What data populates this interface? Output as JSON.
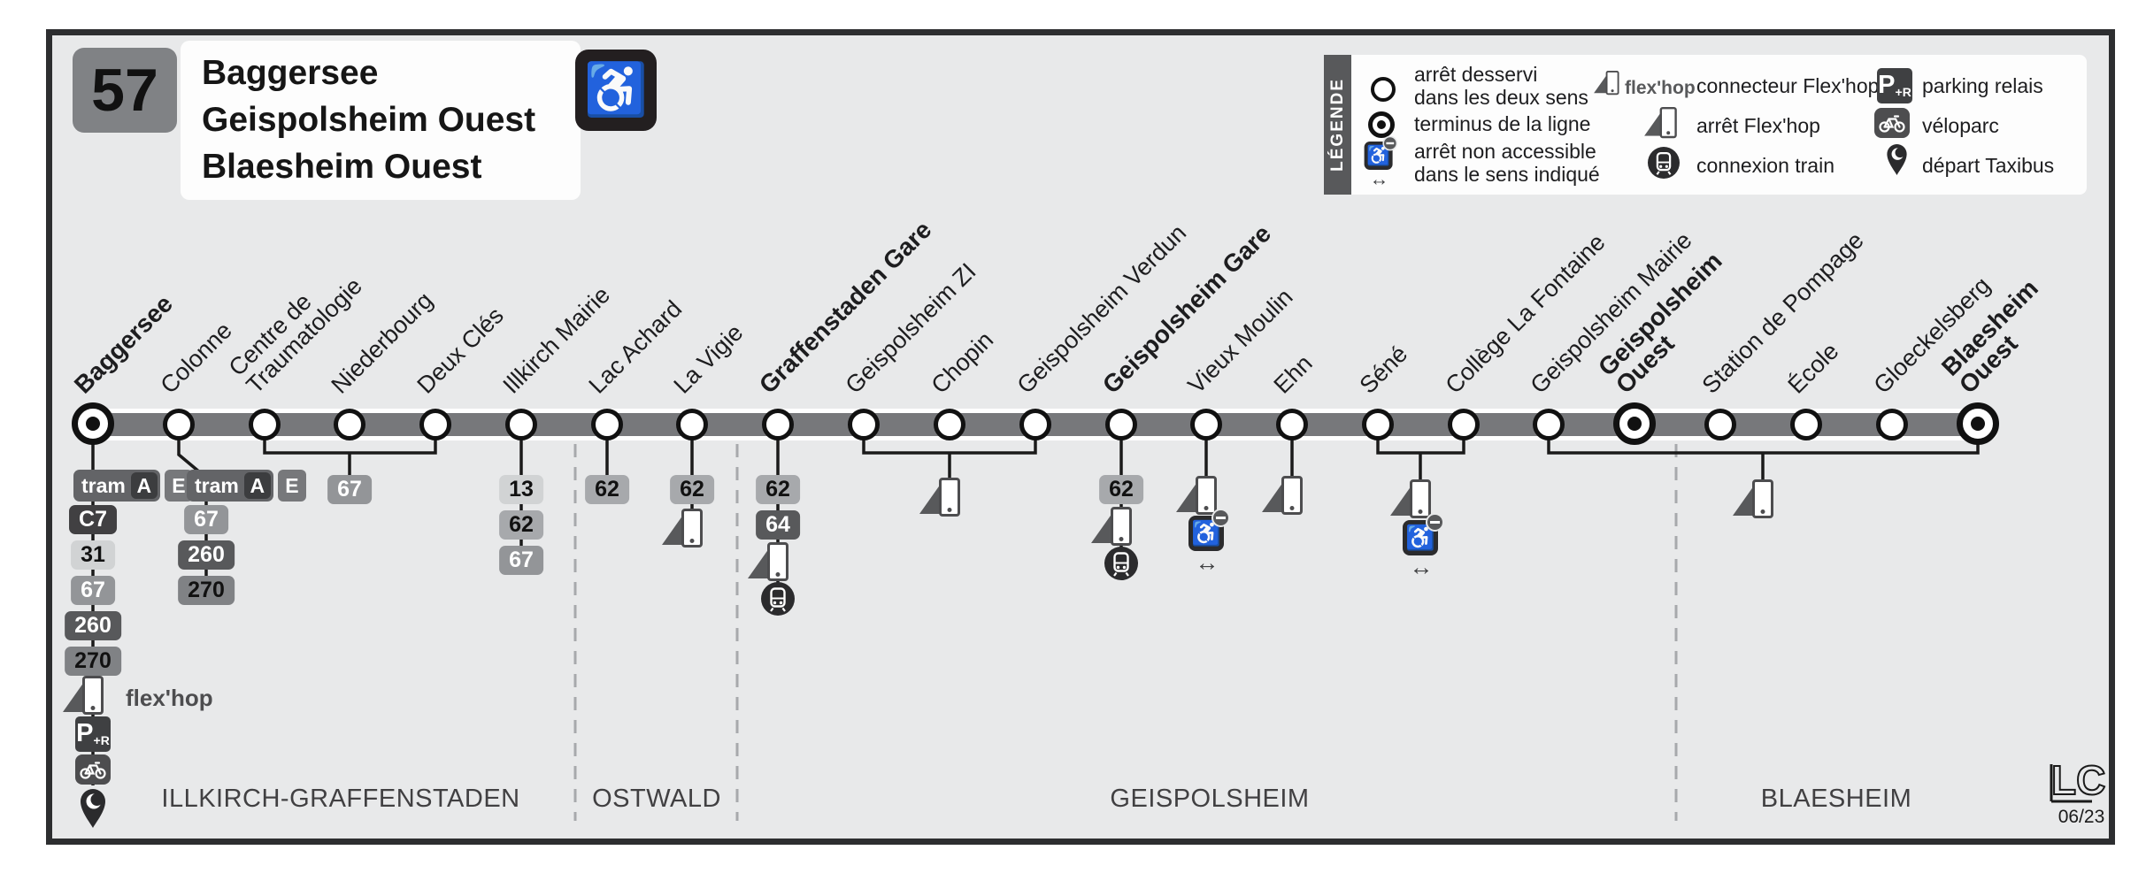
{
  "header": {
    "line_number": "57",
    "titles": [
      "Baggersee",
      "Geispolsheim Ouest",
      "Blaesheim Ouest"
    ]
  },
  "legend": {
    "label": "LÉGENDE",
    "stop_both_ways": "arrêt desservi\ndans les deux sens",
    "terminus": "terminus de la ligne",
    "not_accessible": "arrêt non accessible\ndans le sens indiqué",
    "flexhop_word": "flex'hop",
    "connector_flexhop": "connecteur Flex'hop",
    "stop_flexhop": "arrêt Flex'hop",
    "train_connection": "connexion train",
    "park_and_ride": "parking relais",
    "veloparc": "véloparc",
    "taxibus_departure": "départ Taxibus"
  },
  "line": {
    "tram_badge": {
      "tram": "tram",
      "a": "A",
      "e": "E"
    },
    "flexhop_text": "flex'hop",
    "stations": [
      {
        "name": "Baggersee",
        "bold": true,
        "terminus": true,
        "tram": true,
        "badges": [
          "C7",
          "31",
          "67",
          "260",
          "270"
        ],
        "icons": [
          "flexhop-connector",
          "parking-relais",
          "veloparc",
          "taxibus"
        ]
      },
      {
        "name": "Colonne",
        "tram": true,
        "badges": [
          "67",
          "260",
          "270"
        ]
      },
      {
        "name": "Centre de\nTraumatologie"
      },
      {
        "name": "Niederbourg"
      },
      {
        "name": "Deux Clés"
      },
      {
        "name": "Illkirch Mairie",
        "badges": [
          "13",
          "62",
          "67"
        ]
      },
      {
        "name": "Lac Achard",
        "badges": [
          "62"
        ]
      },
      {
        "name": "La Vigie",
        "badges": [
          "62"
        ],
        "icons": [
          "flexhop"
        ]
      },
      {
        "name": "Graffenstaden Gare",
        "bold": true,
        "badges": [
          "62",
          "64"
        ],
        "icons": [
          "flexhop",
          "train"
        ]
      },
      {
        "name": "Geispolsheim ZI"
      },
      {
        "name": "Chopin"
      },
      {
        "name": "Geispolsheim Verdun"
      },
      {
        "name": "Geispolsheim Gare",
        "bold": true,
        "badges": [
          "62"
        ],
        "icons": [
          "flexhop",
          "train"
        ]
      },
      {
        "name": "Vieux Moulin",
        "icons": [
          "flexhop",
          "not-accessible"
        ]
      },
      {
        "name": "Ehn",
        "icons": [
          "flexhop"
        ]
      },
      {
        "name": "Séné"
      },
      {
        "name": "Collège La Fontaine"
      },
      {
        "name": "Geispolsheim Mairie"
      },
      {
        "name": "Geispolsheim\nOuest",
        "bold": true,
        "terminus": true
      },
      {
        "name": "Station de Pompage"
      },
      {
        "name": "École"
      },
      {
        "name": "Gloeckelsberg"
      },
      {
        "name": "Blaesheim\nOuest",
        "bold": true,
        "terminus": true
      }
    ],
    "shared_stops": [
      {
        "between": [
          "Centre de Traumatologie",
          "Deux Clés"
        ],
        "badges": [
          "67"
        ]
      },
      {
        "between": [
          "Geispolsheim ZI",
          "Geispolsheim Verdun"
        ],
        "icons": [
          "flexhop"
        ]
      },
      {
        "between": [
          "Séné",
          "Collège La Fontaine"
        ],
        "icons": [
          "flexhop",
          "not-accessible"
        ]
      },
      {
        "between": [
          "Geispolsheim Mairie",
          "Blaesheim Ouest"
        ],
        "icons": [
          "flexhop"
        ]
      }
    ],
    "communes": [
      "ILLKIRCH-GRAFFENSTADEN",
      "OSTWALD",
      "GEISPOLSHEIM",
      "BLAESHEIM"
    ]
  },
  "footer": {
    "logo_text": "LC",
    "date": "06/23"
  },
  "colors": {
    "background": "#e8e9ea",
    "frame": "#2d2e30",
    "line_bar": "#77787b",
    "badge_dark": "#414042",
    "badge_mid": "#939598",
    "badge_light": "#d1d3d4",
    "icon_dark": "#2b2b2d"
  }
}
